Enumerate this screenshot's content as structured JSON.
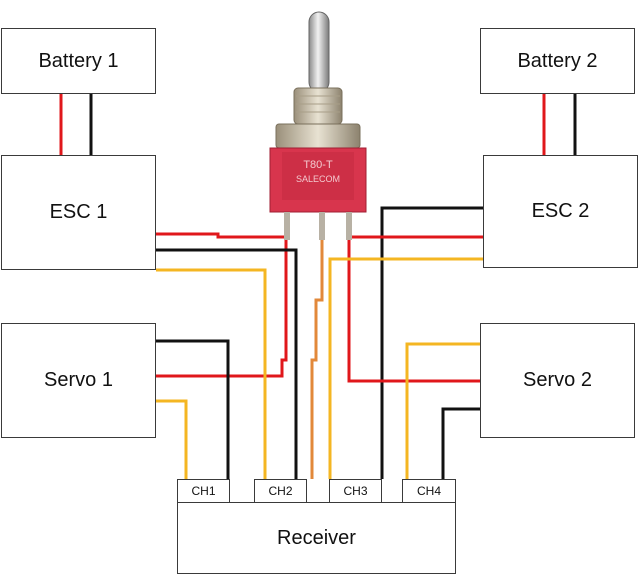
{
  "battery1": "Battery 1",
  "battery2": "Battery 2",
  "esc1": "ESC 1",
  "esc2": "ESC 2",
  "servo1": "Servo 1",
  "servo2": "Servo 2",
  "receiver": "Receiver",
  "channels": [
    "CH1",
    "CH2",
    "CH3",
    "CH4"
  ],
  "switch": {
    "label_line1": "T80-T",
    "label_line2": "SALECOM"
  },
  "colors": {
    "red": "#e0171b",
    "black": "#111111",
    "yellow": "#f4b622",
    "orange": "#e2883a",
    "switch_body": "#d8354d"
  }
}
